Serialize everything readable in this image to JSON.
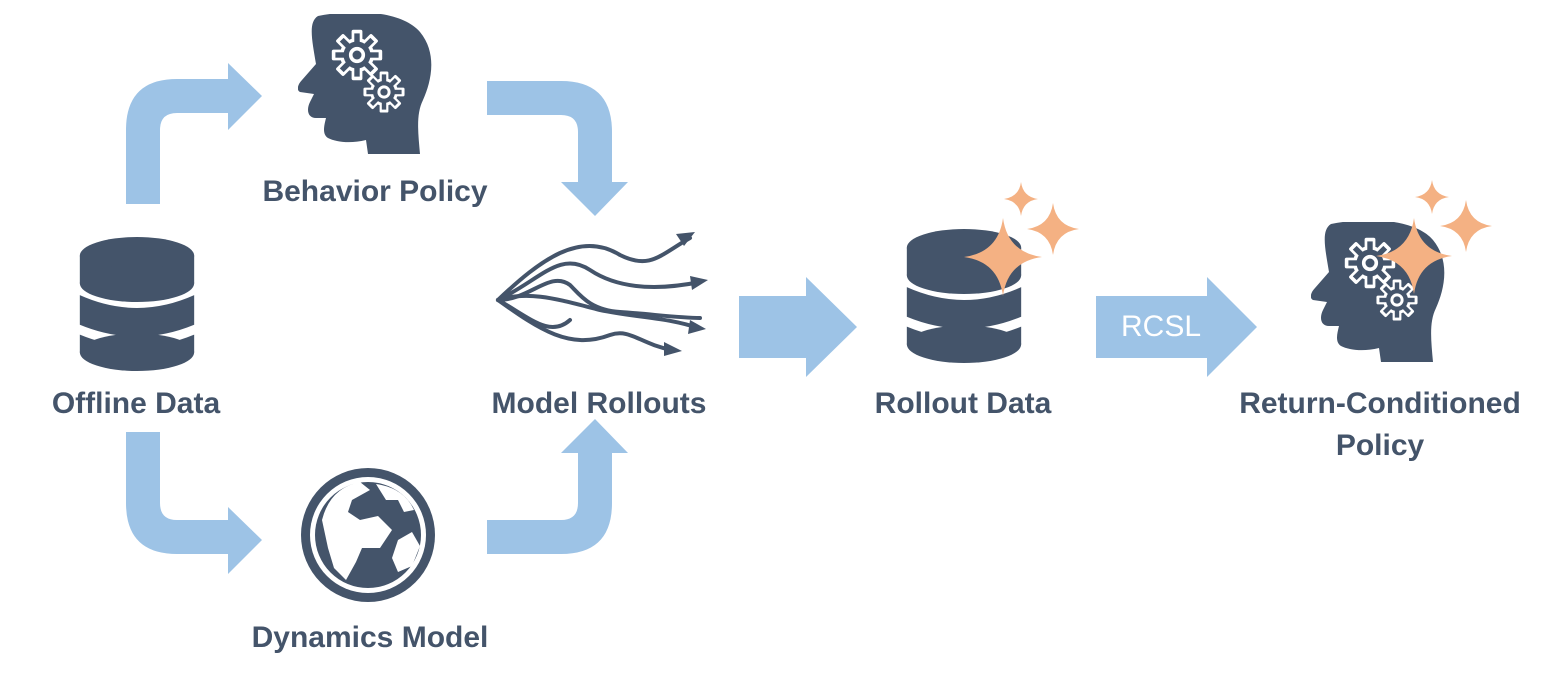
{
  "colors": {
    "icon": "#44546a",
    "arrow": "#9dc3e6",
    "sparkle": "#f4b183",
    "text": "#44546a",
    "arrow_text": "#ffffff"
  },
  "nodes": {
    "offline_data": {
      "label": "Offline Data",
      "icon": "database-icon"
    },
    "behavior_policy": {
      "label": "Behavior Policy",
      "icon": "head-gears-icon"
    },
    "dynamics_model": {
      "label": "Dynamics Model",
      "icon": "globe-icon"
    },
    "model_rollouts": {
      "label": "Model Rollouts",
      "icon": "trajectories-icon"
    },
    "rollout_data": {
      "label": "Rollout Data",
      "icon": "database-sparkle-icon"
    },
    "return_conditioned_policy": {
      "label_line1": "Return-Conditioned",
      "label_line2": "Policy",
      "icon": "head-gears-sparkle-icon"
    }
  },
  "edges": {
    "rcsl": {
      "label": "RCSL"
    }
  }
}
